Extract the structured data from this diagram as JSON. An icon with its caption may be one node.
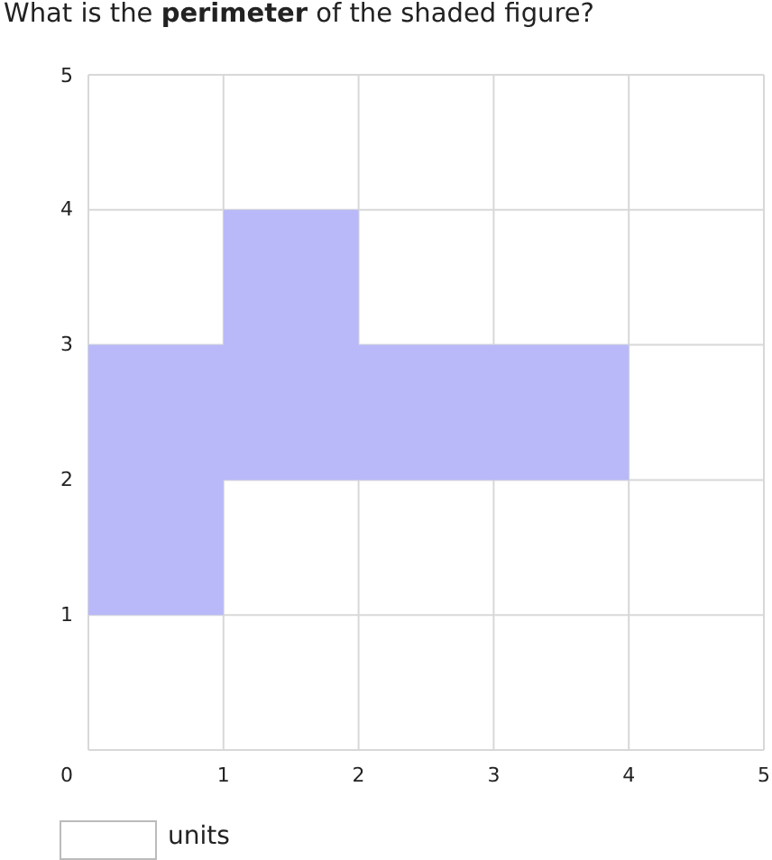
{
  "diagram": {
    "title": "What is the **perimeter** of the shaded figure?",
    "labels": [
      "5",
      "4",
      "3",
      "2",
      "1",
      "0",
      "1",
      "2",
      "3",
      "4",
      "5",
      "units"
    ]
  }
}
